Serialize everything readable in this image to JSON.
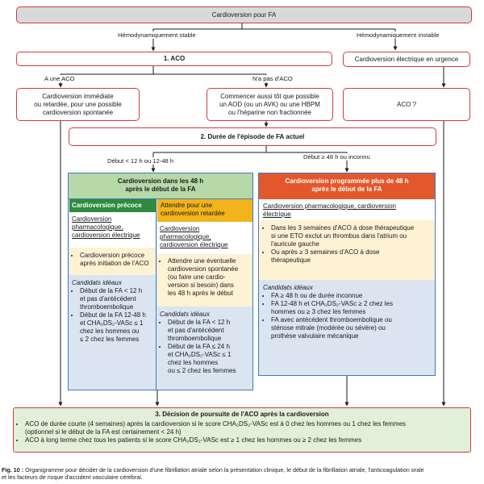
{
  "title": "Cardioversion pour FA",
  "branches": {
    "stable": "Hémodynamiquement stable",
    "unstable": "Hémodynamiquement instable"
  },
  "step1": "1. ACO",
  "urgent": "Cardioversion électrique en urgence",
  "aco_yes": "A une ACO",
  "aco_no": "N'a pas d'ACO",
  "box_immediate": [
    "Cardioversion immédiate",
    "ou retardée, pour une possible",
    "cardioversion spontanée"
  ],
  "box_start": [
    "Commencer aussi tôt que possible",
    "un AOD (ou un AVK) ou une HBPM",
    "ou l'héparine non fractionnée"
  ],
  "aco_q": "ACO ?",
  "step2": "2. Durée de l'épisode de FA actuel",
  "dur_short": "Début < 12 h ou 12-48 h",
  "dur_long": "Début ≥ 48 h ou inconnu",
  "green_header": [
    "Cardioversion dans les 48 h",
    "après le début de la FA"
  ],
  "early": {
    "header": "Cardioversion précoce",
    "method": [
      "Cardioversion",
      "pharmacologique,",
      "cardioversion électrique"
    ],
    "bullet": [
      "Cardioversion précoce",
      "après initiation de l'ACO"
    ],
    "candidates_title": "Candidats idéaux",
    "candidates": [
      [
        "Début de la FA < 12 h",
        "et pas d'antécédent",
        "thromboembolique"
      ],
      [
        "Début de la FA 12-48 h",
        "et CHA₂DS₂-VASc ≤ 1",
        "chez les hommes ou",
        "≤ 2 chez les femmes"
      ]
    ]
  },
  "late": {
    "header": [
      "Attendre pour une",
      "cardioversion retardée"
    ],
    "method": [
      "Cardioversion",
      "pharmacologique,",
      "cardioversion électrique"
    ],
    "bullet": [
      "Attendre une éventuelle",
      "cardioversion spontanée",
      "(ou faire une cardio-",
      "version si besoin) dans",
      "les 48 h après le début"
    ],
    "candidates_title": "Candidats idéaux",
    "candidates": [
      [
        "Début de la FA < 12 h",
        "et pas d'antécédent",
        "thromboembolique"
      ],
      [
        "Début de la FA ≤ 24 h",
        "et CHA₂DS₂-VASc ≤ 1",
        "chez les hommes",
        "ou ≤ 2 chez les femmes"
      ]
    ]
  },
  "planned": {
    "header": [
      "Cardioversion programmée plus de 48 h",
      "après le début de la FA"
    ],
    "method": [
      "Cardioversion pharmacologique, cardioversion",
      "électrique"
    ],
    "bullets": [
      [
        "Dans les 3 semaines d'ACO à dose thérapeutique",
        "si une ETO exclut un thrombus dans l'atrium ou",
        "l'auricule gauche"
      ],
      [
        "Ou après ≥ 3 semaines d'ACO à dose",
        "thérapeutique"
      ]
    ],
    "candidates_title": "Candidats idéaux",
    "candidates": [
      [
        "FA ≥ 48 h ou de durée inconnue"
      ],
      [
        "FA 12-48 h et CHA₂DS₂-VASc ≥ 2 chez les",
        "hommes ou ≥ 3 chez les femmes"
      ],
      [
        "FA avec antécédent thromboembolique ou",
        "sténose mitrale (modérée ou sévère) ou",
        "prothèse valvulaire mécanique"
      ]
    ]
  },
  "step3": {
    "title": "3. Décision de poursuite de l'ACO après la cardioversion",
    "bullets": [
      [
        "ACO de durée courte (4 semaines) après la cardioversion si le score CHA₂DS₂-VASc est à 0 chez les hommes ou 1 chez les femmes",
        "(optionnel si le début de la FA est certainement < 24 h)"
      ],
      [
        "ACO à long terme chez tous les patients si le score CHA₂DS₂-VASc est ≥ 1 chez les hommes ou ≥ 2 chez les femmes"
      ]
    ]
  },
  "caption": {
    "label": "Fig. 10 :",
    "lines": [
      " Organigramme pour décider de la cardioversion d'une fibrillation atriale selon la présentation clinique, le début de la fibrillation atriale, l'anticoagulation orale",
      "et les facteurs de risque d'accident vasculaire cérébral."
    ]
  },
  "colors": {
    "red_border": "#d23c3c",
    "blue_border": "#3d7bbd",
    "green_header": "#b7d9a8",
    "green_dark": "#2e8b3e",
    "orange": "#f2b31c",
    "orange_dark": "#e3572c",
    "cream": "#fdf2d4",
    "light_blue": "#dbe5f2",
    "gray": "#d9d9d9",
    "light_green": "#e2efd9"
  }
}
